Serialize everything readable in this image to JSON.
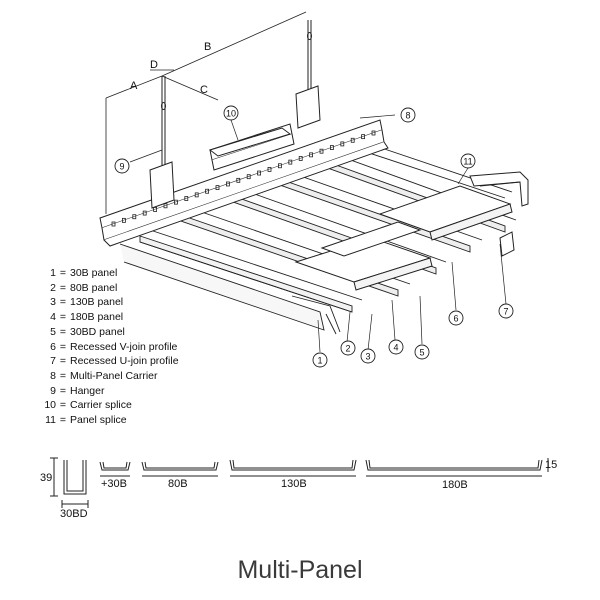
{
  "caption": "Multi-Panel",
  "dimension_labels": {
    "a": "A",
    "b": "B",
    "c": "C",
    "d": "D"
  },
  "callouts": [
    "1",
    "2",
    "3",
    "4",
    "5",
    "6",
    "7",
    "8",
    "9",
    "10",
    "11"
  ],
  "legend": [
    {
      "num": "1",
      "text": "30B panel"
    },
    {
      "num": "2",
      "text": "80B panel"
    },
    {
      "num": "3",
      "text": "130B panel"
    },
    {
      "num": "4",
      "text": "180B panel"
    },
    {
      "num": "5",
      "text": "30BD panel"
    },
    {
      "num": "6",
      "text": "Recessed V-join profile"
    },
    {
      "num": "7",
      "text": "Recessed U-join profile"
    },
    {
      "num": "8",
      "text": "Multi-Panel Carrier"
    },
    {
      "num": "9",
      "text": "Hanger"
    },
    {
      "num": "10",
      "text": "Carrier splice"
    },
    {
      "num": "11",
      "text": "Panel splice"
    }
  ],
  "profiles": {
    "p30bd_height": "39",
    "p30bd_label": "30BD",
    "p30b_label": "+30B",
    "p80b_label": "80B",
    "p130b_label": "130B",
    "p180b_label": "180B",
    "height_label": "15"
  }
}
